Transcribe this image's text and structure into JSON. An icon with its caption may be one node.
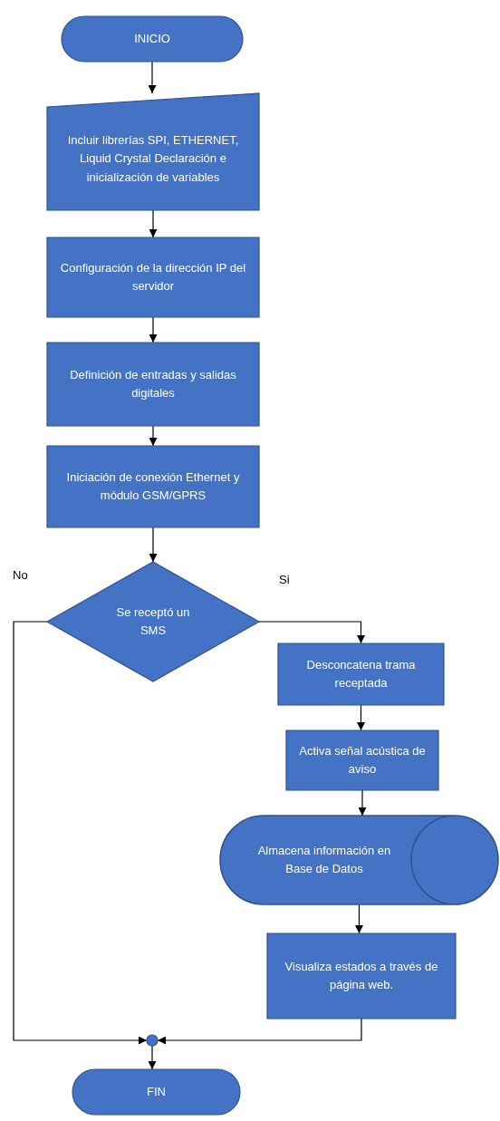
{
  "diagram": {
    "nodes": [
      {
        "text": [
          "INICIO"
        ]
      },
      {
        "text": [
          "Incluir librerías SPI, ETHERNET, Liquid Crystal Declaración e inicialización de variables"
        ]
      },
      {
        "text": [
          "Configuración de la dirección IP del servidor"
        ]
      },
      {
        "text": [
          "Definición de entradas y salidas digitales"
        ]
      },
      {
        "text": [
          "Iniciación de conexión Ethernet y módulo GSM/GPRS"
        ]
      },
      {
        "text": [
          "Se receptó un SMS"
        ]
      },
      {
        "text": [
          "Desconcatena trama receptada"
        ]
      },
      {
        "text": [
          "Activa señal acústica de aviso"
        ]
      },
      {
        "text": [
          "Almacena información en Base de Datos"
        ]
      },
      {
        "text": [
          "Visualiza estados a través de página web."
        ]
      },
      {
        "text": [],
        "shape": "circle"
      },
      {
        "text": [
          "FIN"
        ]
      }
    ],
    "edges": [
      {
        "from": 0,
        "to": 1,
        "arrow": "to"
      },
      {
        "from": 1,
        "to": 2,
        "arrow": "to"
      },
      {
        "from": 2,
        "to": 3,
        "arrow": "to"
      },
      {
        "from": 3,
        "to": 4,
        "arrow": "to"
      },
      {
        "from": 4,
        "to": 5,
        "arrow": "to"
      },
      {
        "from": 5,
        "to": 6,
        "arrow": "to",
        "label": "Si"
      },
      {
        "from": 6,
        "to": 7,
        "arrow": "to"
      },
      {
        "from": 7,
        "to": 8,
        "arrow": "to"
      },
      {
        "from": 8,
        "to": 9,
        "arrow": "to"
      },
      {
        "from": 9,
        "to": 10,
        "arrow": "to"
      },
      {
        "from": 5,
        "to": 10,
        "arrow": "to",
        "label": "No"
      },
      {
        "from": 10,
        "to": 11,
        "arrow": "to"
      }
    ]
  }
}
